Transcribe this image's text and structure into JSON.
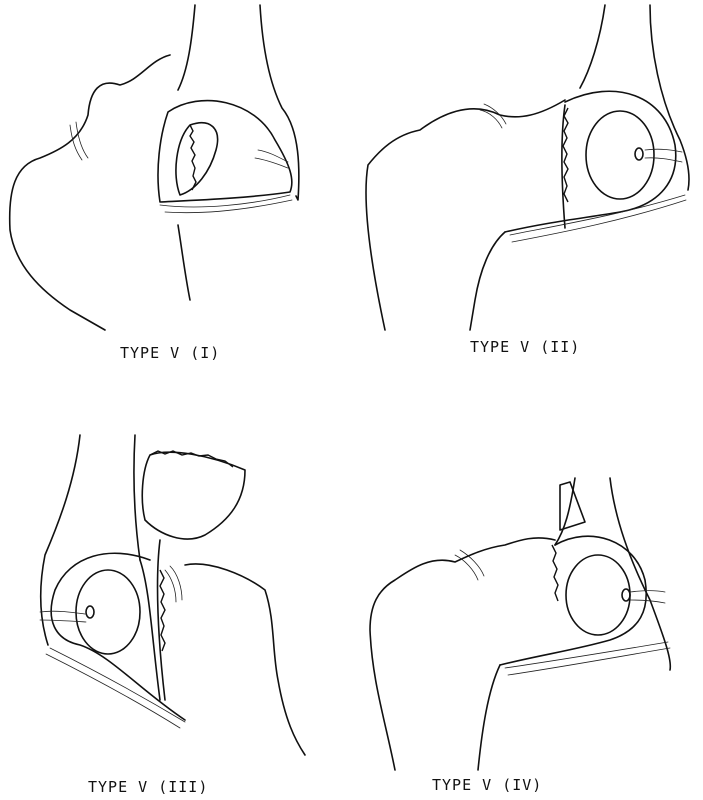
{
  "figure": {
    "panels": [
      {
        "id": "panel-1",
        "caption": "TYPE V (I)"
      },
      {
        "id": "panel-2",
        "caption": "TYPE V (II)"
      },
      {
        "id": "panel-3",
        "caption": "TYPE V (III)"
      },
      {
        "id": "panel-4",
        "caption": "TYPE V (IV)"
      }
    ]
  }
}
